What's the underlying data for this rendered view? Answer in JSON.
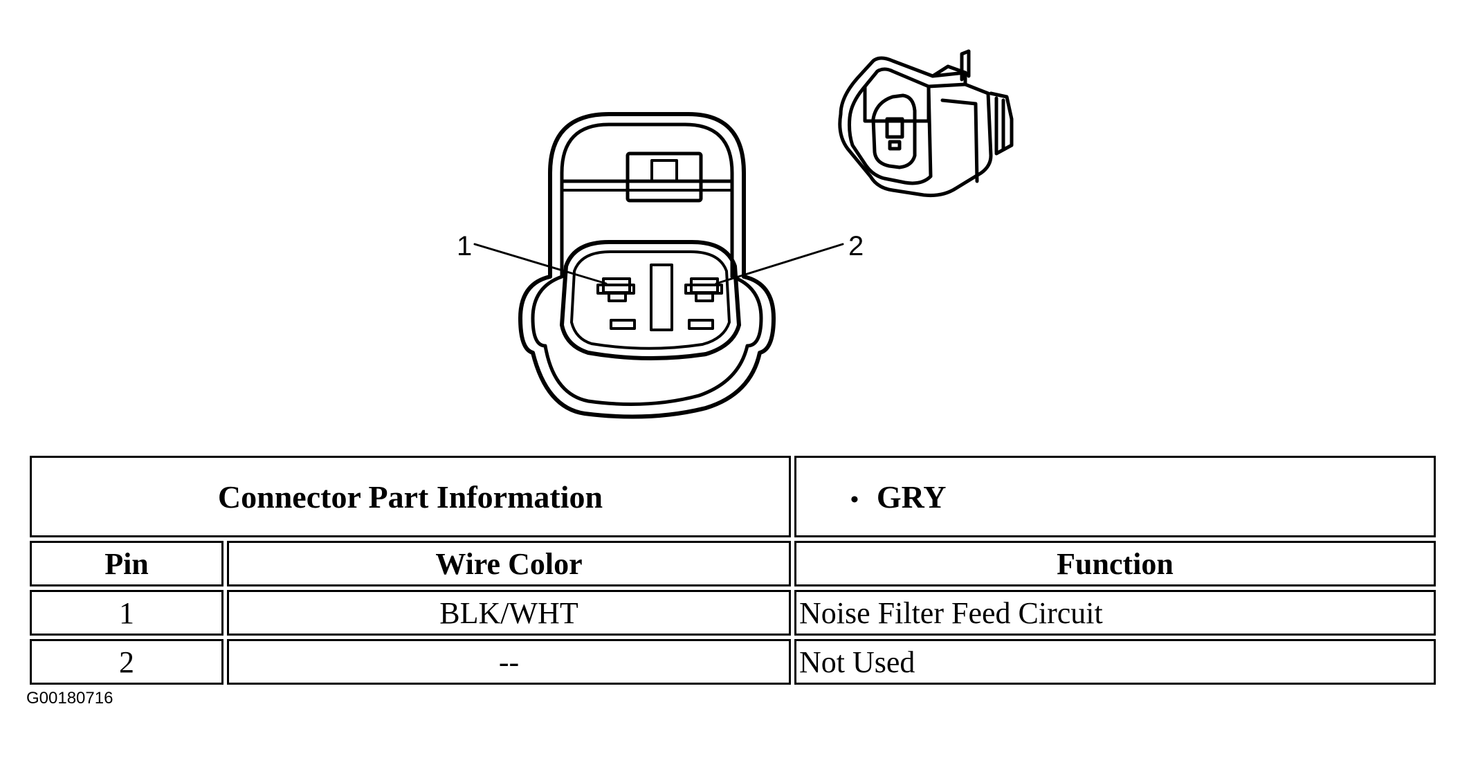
{
  "pin_callouts": [
    "1",
    "2"
  ],
  "table": {
    "header_label": "Connector Part Information",
    "part_info_bullet": "•",
    "part_info_value": "GRY",
    "columns": [
      "Pin",
      "Wire Color",
      "Function"
    ],
    "rows": [
      {
        "pin": "1",
        "wire_color": "BLK/WHT",
        "function": "Noise Filter Feed Circuit"
      },
      {
        "pin": "2",
        "wire_color": "--",
        "function": "Not Used"
      }
    ]
  },
  "figure_id": "G00180716"
}
